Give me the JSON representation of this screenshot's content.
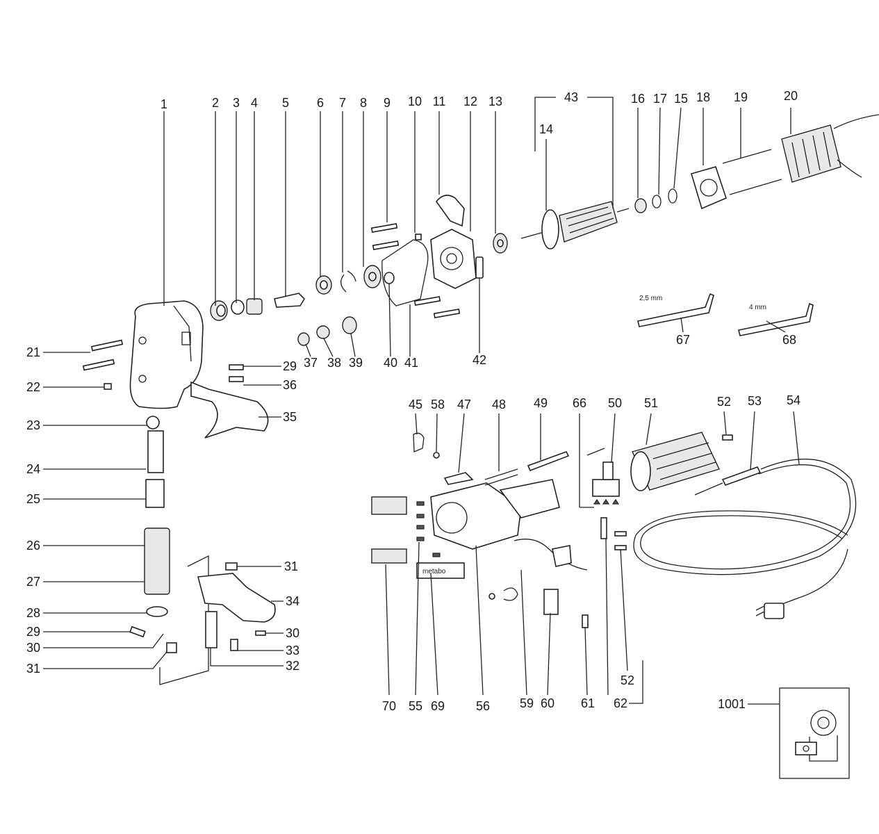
{
  "part_labels": [
    "1",
    "2",
    "3",
    "4",
    "5",
    "6",
    "7",
    "8",
    "9",
    "10",
    "11",
    "12",
    "13",
    "43",
    "14",
    "16",
    "17",
    "15",
    "18",
    "19",
    "20",
    "21",
    "22",
    "23",
    "24",
    "25",
    "26",
    "27",
    "28",
    "29",
    "30",
    "31",
    "29",
    "36",
    "35",
    "37",
    "38",
    "39",
    "40",
    "41",
    "42",
    "31",
    "34",
    "30",
    "33",
    "32",
    "45",
    "58",
    "47",
    "48",
    "49",
    "66",
    "50",
    "51",
    "52",
    "53",
    "54",
    "70",
    "55",
    "69",
    "56",
    "59",
    "60",
    "61",
    "62",
    "52",
    "1001",
    "67",
    "68"
  ],
  "tool_dims": {
    "wrench_a": "2,5 mm",
    "wrench_b": "4 mm"
  },
  "brand_plate": "metabo"
}
